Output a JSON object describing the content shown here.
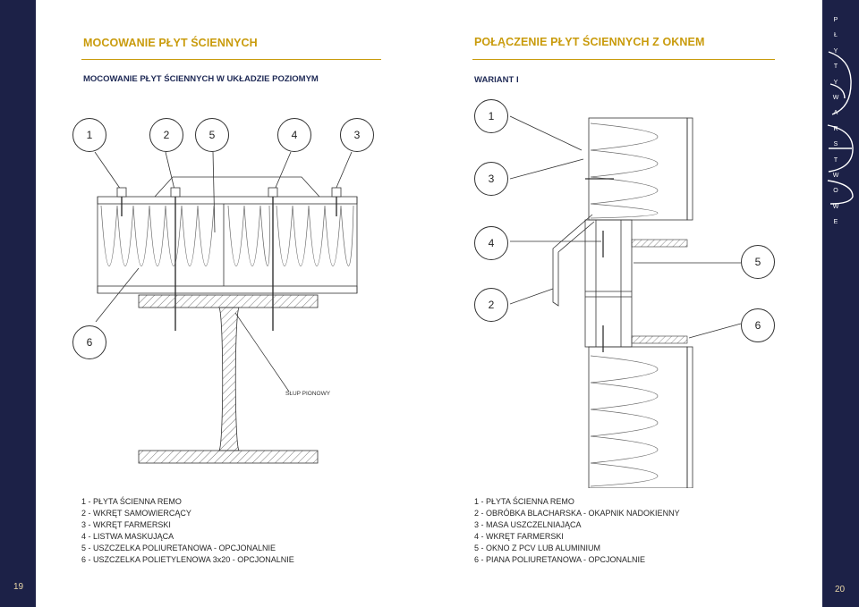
{
  "left_page": {
    "title": "MOCOWANIE PŁYT ŚCIENNYCH",
    "subtitle": "MOCOWANIE PŁYT ŚCIENNYCH W UKŁADZIE POZIOMYM",
    "callouts": [
      "1",
      "2",
      "5",
      "4",
      "3",
      "6"
    ],
    "drawing_label": "SŁUP PIONOWY",
    "legend": [
      "1 - PŁYTA ŚCIENNA REMO",
      "2 - WKRĘT SAMOWIERCĄCY",
      "3 - WKRĘT FARMERSKI",
      "4 - LISTWA MASKUJĄCA",
      "5 - USZCZELKA POLIURETANOWA - OPCJONALNIE",
      "6 - USZCZELKA POLIETYLENOWA 3x20 - OPCJONALNIE"
    ],
    "page_number": "19"
  },
  "right_page": {
    "title": "POŁĄCZENIE PŁYT ŚCIENNYCH Z OKNEM",
    "subtitle": "WARIANT I",
    "callouts": [
      "1",
      "3",
      "4",
      "5",
      "2",
      "6"
    ],
    "legend": [
      "1 - PŁYTA ŚCIENNA REMO",
      "2 - OBRÓBKA BLACHARSKA - OKAPNIK NADOKIENNY",
      "3 - MASA USZCZELNIAJĄCA",
      "4 - WKRĘT FARMERSKI",
      "5 - OKNO Z PCV LUB ALUMINIUM",
      "6 - PIANA POLIURETANOWA - OPCJONALNIE"
    ],
    "page_number": "20"
  },
  "brand": {
    "letters": [
      "P",
      "Ł",
      "Y",
      "T",
      "Y",
      "W",
      "A",
      "R",
      "S",
      "T",
      "W",
      "O",
      "W",
      "E"
    ],
    "logo_icon": "remo-logo-icon"
  },
  "colors": {
    "sidebar": "#1c2147",
    "title_gold": "#c99b0c",
    "subtitle_navy": "#1f2a56"
  }
}
